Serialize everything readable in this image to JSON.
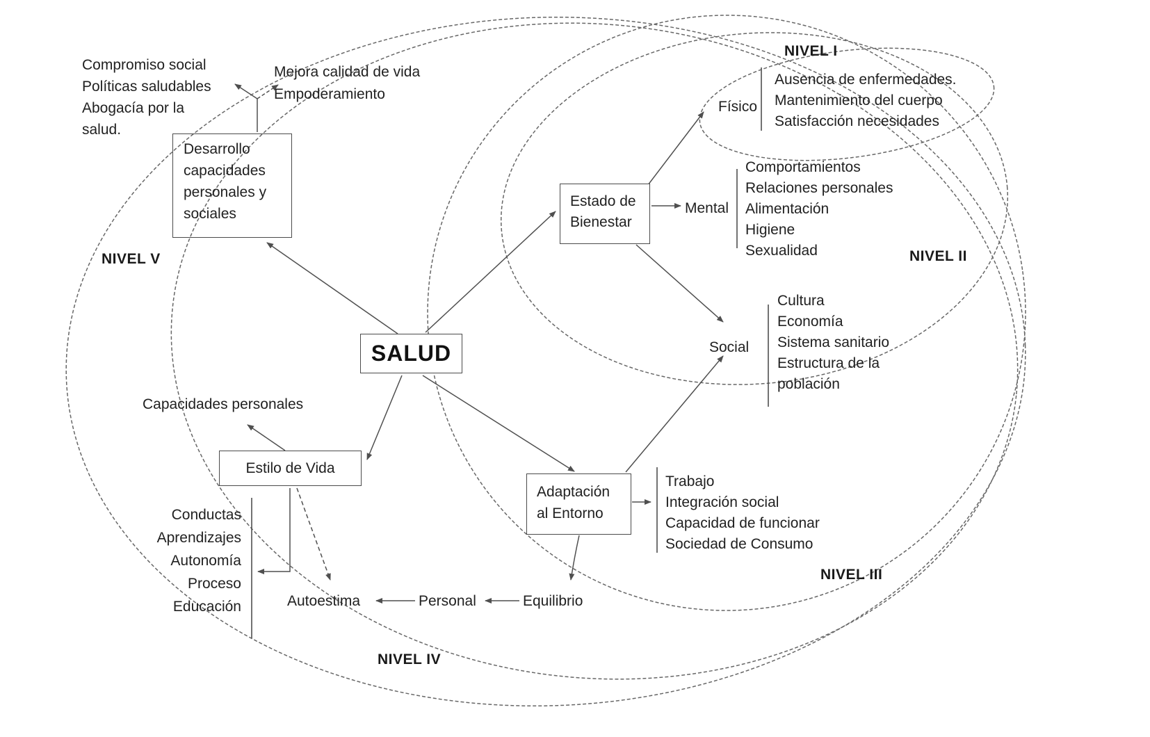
{
  "nodes": {
    "salud": {
      "label": "SALUD"
    },
    "desarrollo": {
      "line1": "Desarrollo",
      "line2": "capacidades",
      "line3": "personales y",
      "line4": "sociales"
    },
    "estado": {
      "line1": "Estado de",
      "line2": "Bienestar"
    },
    "estilo": {
      "label": "Estilo de Vida"
    },
    "adaptacion": {
      "line1": "Adaptación",
      "line2": "al Entorno"
    }
  },
  "levels": {
    "nivel1": "NIVEL I",
    "nivel2": "NIVEL II",
    "nivel3": "NIVEL III",
    "nivel4": "NIVEL IV",
    "nivel5": "NIVEL V"
  },
  "annotations": {
    "compromiso": {
      "line1": "Compromiso social",
      "line2": "Políticas saludables",
      "line3": "Abogacía por la",
      "line4": "salud."
    },
    "mejora": {
      "line1": "Mejora calidad de vida",
      "line2": "Empoderamiento"
    },
    "capacidades_personales": "Capacidades personales",
    "autoestima": "Autoestima",
    "personal": "Personal",
    "equilibrio": "Equilibrio",
    "fisico": "Físico",
    "mental": "Mental",
    "social": "Social"
  },
  "lists": {
    "fisico": [
      "Ausencia de enfermedades.",
      "Mantenimiento del cuerpo",
      "Satisfacción necesidades"
    ],
    "mental": [
      "Comportamientos",
      "Relaciones personales",
      "Alimentación",
      "Higiene",
      "Sexualidad"
    ],
    "social": [
      "Cultura",
      "Economía",
      "Sistema sanitario",
      "Estructura de la",
      "población"
    ],
    "entorno": [
      "Trabajo",
      "Integración social",
      "Capacidad de funcionar",
      "Sociedad de Consumo"
    ],
    "estilo_vida": [
      "Conductas",
      "Aprendizajes",
      "Autonomía",
      "Proceso",
      "Educación"
    ]
  },
  "colors": {
    "connector": "#4f4f4f",
    "ellipse": "#676767",
    "text": "#212121",
    "background": "#ffffff"
  }
}
